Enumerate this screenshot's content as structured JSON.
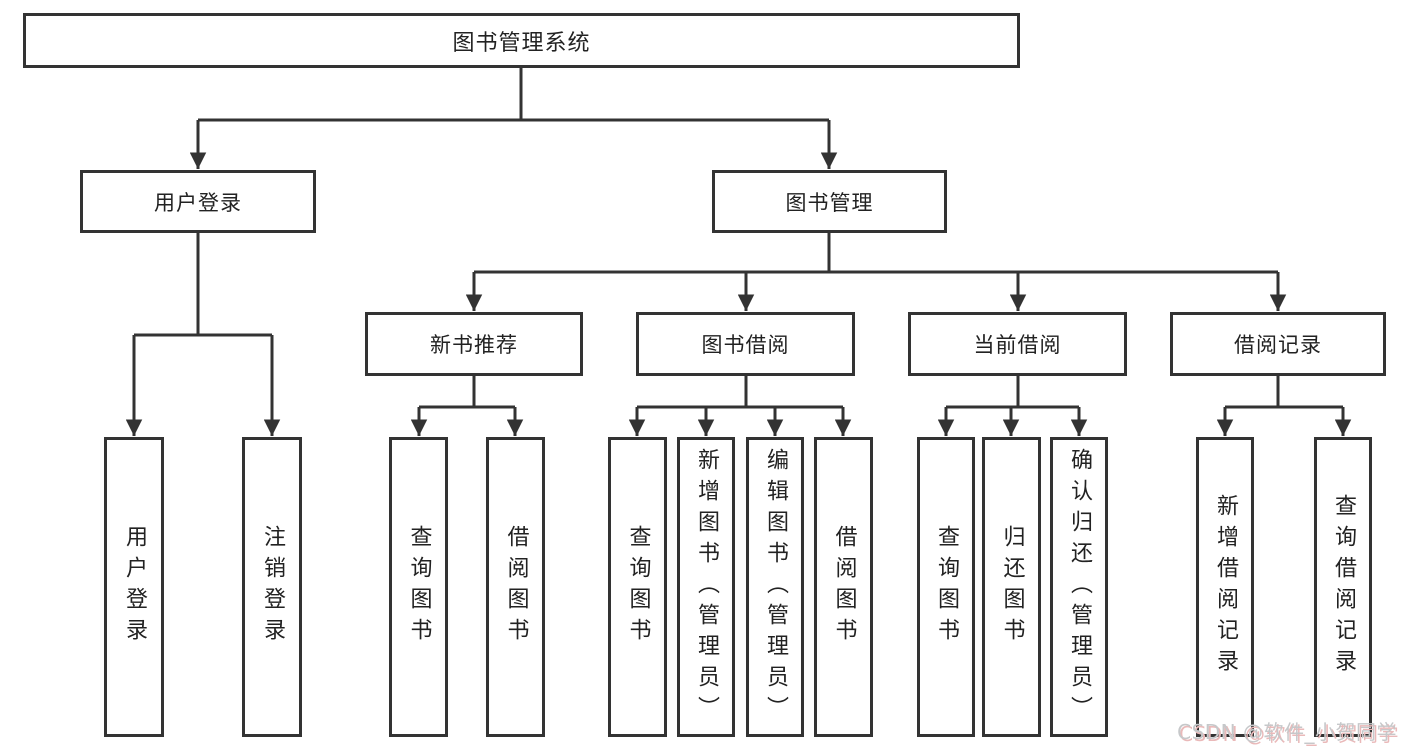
{
  "diagram": {
    "root": {
      "label": "图书管理系统",
      "children": [
        {
          "label": "用户登录",
          "children": [
            {
              "label": "用户登录"
            },
            {
              "label": "注销登录"
            }
          ]
        },
        {
          "label": "图书管理",
          "children": [
            {
              "label": "新书推荐",
              "children": [
                {
                  "label": "查询图书"
                },
                {
                  "label": "借阅图书"
                }
              ]
            },
            {
              "label": "图书借阅",
              "children": [
                {
                  "label": "查询图书"
                },
                {
                  "label": "新增图书（管理员）"
                },
                {
                  "label": "编辑图书（管理员）"
                },
                {
                  "label": "借阅图书"
                }
              ]
            },
            {
              "label": "当前借阅",
              "children": [
                {
                  "label": "查询图书"
                },
                {
                  "label": "归还图书"
                },
                {
                  "label": "确认归还（管理员）"
                }
              ]
            },
            {
              "label": "借阅记录",
              "children": [
                {
                  "label": "新增借阅记录"
                },
                {
                  "label": "查询借阅记录"
                }
              ]
            }
          ]
        }
      ]
    }
  },
  "watermark": {
    "text": "CSDN @软件_小贺同学"
  },
  "colors": {
    "line": "#333333",
    "text": "#222222",
    "background": "#ffffff",
    "watermark": "#c6c8ca",
    "watermark_shadow": "#eab9b9"
  }
}
